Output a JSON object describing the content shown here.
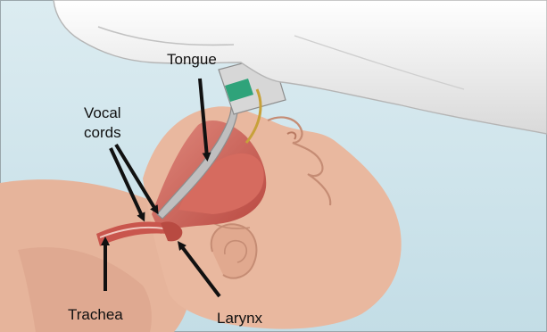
{
  "labels": {
    "tongue": "Tongue",
    "vocal_cords_line1": "Vocal",
    "vocal_cords_line2": "cords",
    "trachea": "Trachea",
    "larynx": "Larynx"
  },
  "colors": {
    "background": "#cfe4ea",
    "skin": "#e9b89f",
    "skin_shadow": "#d59b82",
    "airway": "#c9564d",
    "glove": "#f2f2f2",
    "glove_shadow": "#c9c9c9",
    "blade": "#b9b9b9",
    "handle_green": "#2fa37a",
    "arrow": "#111111"
  }
}
